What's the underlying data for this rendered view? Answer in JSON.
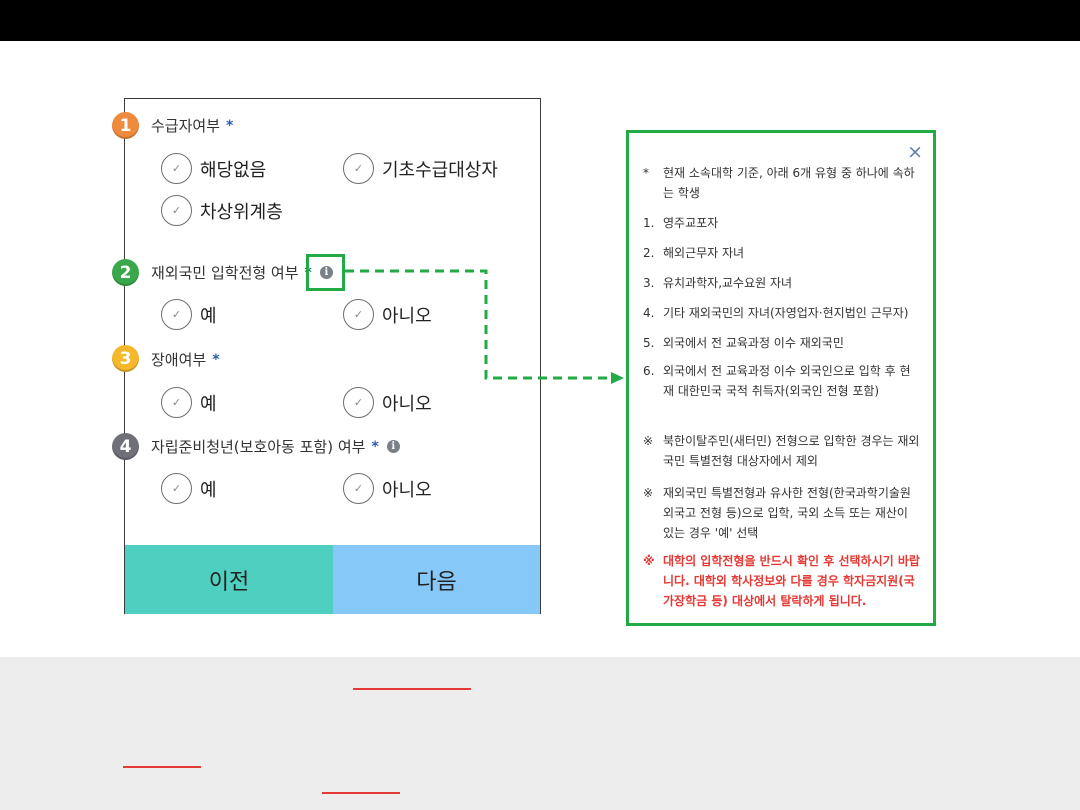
{
  "colors": {
    "badge_1": "#f08a3c",
    "badge_2": "#3aa84a",
    "badge_3": "#f4b82a",
    "badge_4": "#6f6f78",
    "prev_button": "#4fcfbf",
    "next_button": "#86c8f8",
    "highlight_green": "#22aa44",
    "warning_red": "#e53935"
  },
  "form": {
    "questions": [
      {
        "number": "1",
        "label": "수급자여부",
        "required": "*",
        "options": [
          "해당없음",
          "기초수급대상자",
          "차상위계층"
        ]
      },
      {
        "number": "2",
        "label": "재외국민 입학전형 여부",
        "required": "*",
        "info_icon": "info-icon",
        "options": [
          "예",
          "아니오"
        ]
      },
      {
        "number": "3",
        "label": "장애여부",
        "required": "*",
        "options": [
          "예",
          "아니오"
        ]
      },
      {
        "number": "4",
        "label": "자립준비청년(보호아동 포함) 여부",
        "required": "*",
        "info_icon": "info-icon",
        "options": [
          "예",
          "아니오"
        ]
      }
    ],
    "radio_mark": "✓",
    "prev_label": "이전",
    "next_label": "다음"
  },
  "info_popup": {
    "close_icon": "×",
    "items": [
      {
        "mark": "*",
        "text": "현재 소속대학 기준, 아래 6개 유형 중 하나에 속하는 학생"
      },
      {
        "mark": "1.",
        "text": "영주교포자"
      },
      {
        "mark": "2.",
        "text": "해외근무자 자녀"
      },
      {
        "mark": "3.",
        "text": "유치과학자,교수요원 자녀"
      },
      {
        "mark": "4.",
        "text": "기타 재외국민의 자녀(자영업자·현지법인 근무자)"
      },
      {
        "mark": "5.",
        "text": "외국에서 전 교육과정 이수 재외국민"
      },
      {
        "mark": "6.",
        "text": "외국에서 전 교육과정 이수 외국인으로 입학 후 현재 대한민국 국적 취득자(외국인 전형 포함)"
      },
      {
        "mark": "※",
        "text": "북한이탈주민(새터민) 전형으로 입학한 경우는 재외국민 특별전형 대상자에서 제외"
      },
      {
        "mark": "※",
        "text": "재외국민 특별전형과 유사한 전형(한국과학기술원 외국고 전형 등)으로 입학, 국외 소득 또는 재산이 있는 경우 '예' 선택"
      },
      {
        "mark": "※",
        "text": "대학의 입학전형을 반드시 확인 후 선택하시기 바랍니다. 대학외 학사정보와 다를 경우 학자금지원(국가장학금 등) 대상에서 탈락하게 됩니다."
      }
    ]
  }
}
